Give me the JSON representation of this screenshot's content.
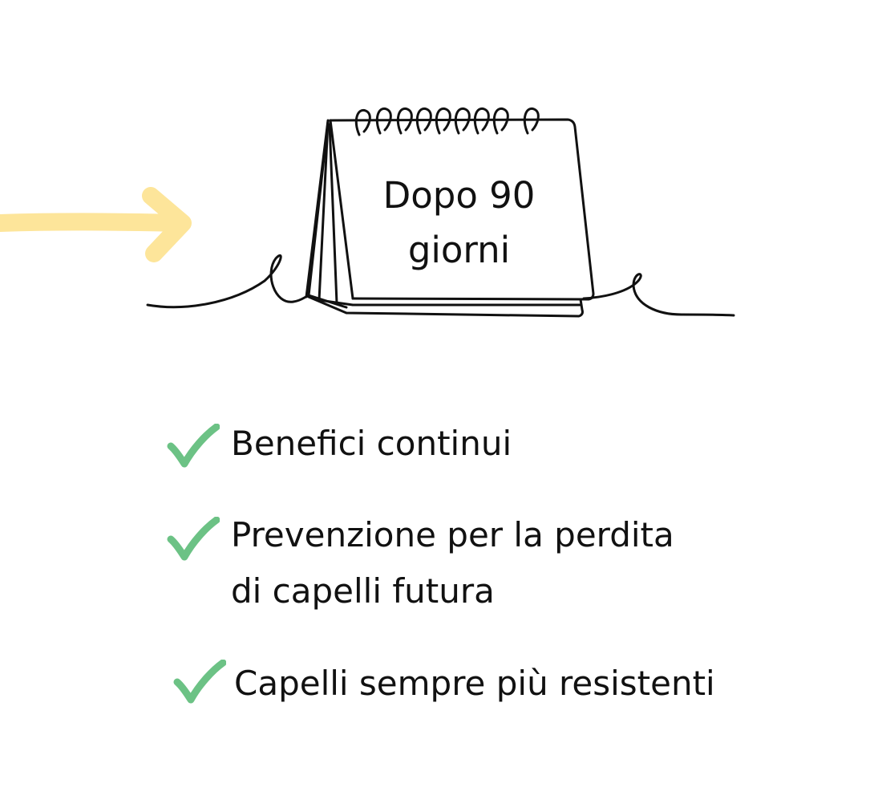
{
  "calendar": {
    "line1": "Dopo 90",
    "line2": "giorni"
  },
  "colors": {
    "arrow": "#fde59a",
    "check": "#6cc285",
    "text": "#111111",
    "background": "#ffffff"
  },
  "icons": {
    "arrow": "arrow-right-icon",
    "calendar": "desk-calendar-icon",
    "check": "check-icon"
  },
  "benefits": [
    {
      "lines": [
        "Benefici continui"
      ]
    },
    {
      "lines": [
        "Prevenzione per la perdita",
        "di capelli futura"
      ]
    },
    {
      "lines": [
        "Capelli sempre più resistenti"
      ]
    }
  ]
}
